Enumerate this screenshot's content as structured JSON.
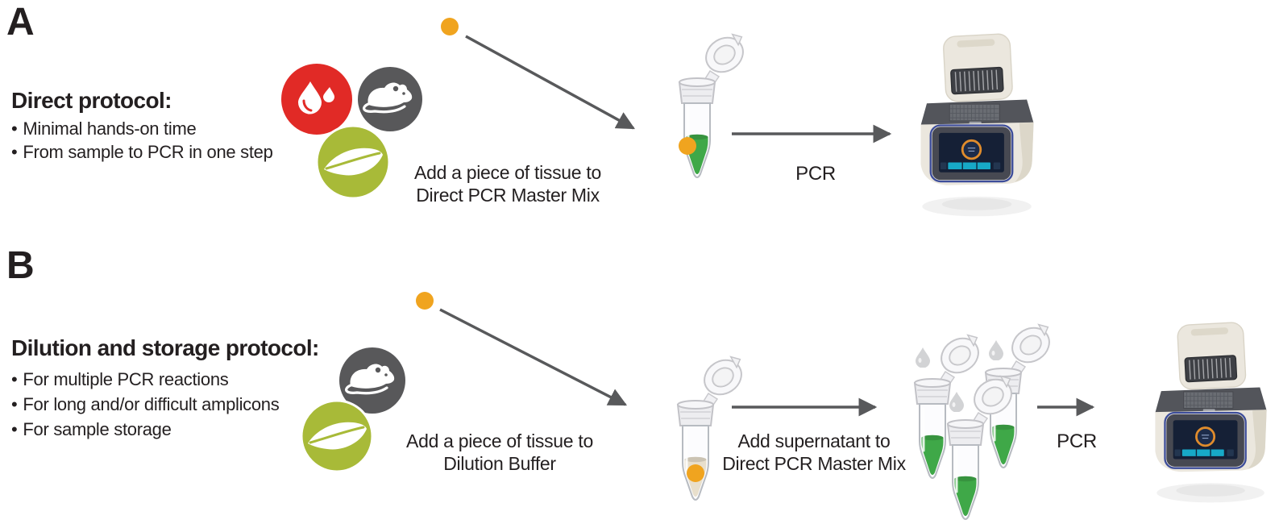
{
  "figure": {
    "bullet_char": "•",
    "panel_a": {
      "label": "A",
      "heading": "Direct protocol:",
      "bullets": [
        "Minimal hands-on time",
        "From sample to PCR in one step"
      ],
      "step1": {
        "line1": "Add a piece of tissue to",
        "line2": "Direct PCR Master Mix"
      },
      "step2": {
        "label": "PCR"
      }
    },
    "panel_b": {
      "label": "B",
      "heading": "Dilution and storage protocol:",
      "bullets": [
        "For multiple PCR reactions",
        "For long and/or difficult amplicons",
        "For sample storage"
      ],
      "step1": {
        "line1": "Add a piece of tissue to",
        "line2": "Dilution Buffer"
      },
      "step2": {
        "line1": "Add supernatant to",
        "line2": "Direct PCR Master Mix"
      },
      "step3": {
        "label": "PCR"
      }
    }
  },
  "icons": {
    "blood_drops": "blood-drops-icon",
    "mouse": "mouse-icon",
    "leaf": "leaf-icon",
    "tissue_dot": "tissue-dot-icon",
    "tube": "microcentrifuge-tube-icon",
    "droplet": "droplet-icon",
    "thermal_cycler": "thermal-cycler-icon",
    "arrow": "arrow-icon"
  },
  "colors": {
    "text": "#231f20",
    "arrow": "#58595b",
    "orange": "#f0a41f",
    "red": "#e12a26",
    "gray": "#58585a",
    "leaf": "#a8ba38",
    "liquid": "#3fa848",
    "buffer": "#e8dfcc",
    "droplet": "#d2d3d5",
    "cream": "#ebe7de"
  }
}
